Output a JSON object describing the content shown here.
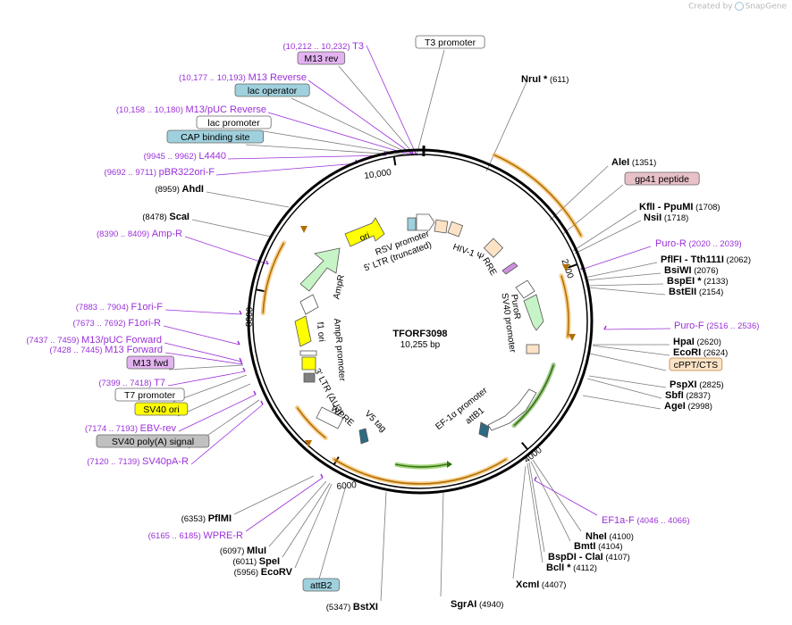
{
  "watermark": {
    "text": "Created by",
    "brand": "SnapGene",
    "icon": "snapgene-logo-icon"
  },
  "map": {
    "name": "TFORF3098",
    "length_label": "10,255 bp",
    "total_bp": 10255,
    "tick_labels": [
      "2000",
      "4000",
      "6000",
      "8000",
      "10,000"
    ]
  },
  "features": [
    {
      "id": "rsv",
      "label": "RSV promoter",
      "kind": "promoter-box"
    },
    {
      "id": "ltr5",
      "label": "5' LTR (truncated)",
      "kind": "ltr-box"
    },
    {
      "id": "hiv",
      "label": "HIV-1 Ψ",
      "kind": "misc"
    },
    {
      "id": "rre",
      "label": "RRE",
      "kind": "misc"
    },
    {
      "id": "sv40p",
      "label": "SV40 promoter",
      "kind": "promoter"
    },
    {
      "id": "puro",
      "label": "PuroR",
      "kind": "marker"
    },
    {
      "id": "ef1a",
      "label": "EF-1α promoter",
      "kind": "promoter"
    },
    {
      "id": "attb1",
      "label": "attB1",
      "kind": "site"
    },
    {
      "id": "v5",
      "label": "V5 tag",
      "kind": "tag"
    },
    {
      "id": "wpre",
      "label": "WPRE",
      "kind": "misc"
    },
    {
      "id": "ltr3",
      "label": "3' LTR (ΔU3)",
      "kind": "ltr-box"
    },
    {
      "id": "f1",
      "label": "f1 ori",
      "kind": "origin"
    },
    {
      "id": "amppro",
      "label": "AmpR promoter",
      "kind": "promoter"
    },
    {
      "id": "ampr",
      "label": "AmpR",
      "kind": "marker"
    },
    {
      "id": "ori",
      "label": "ori",
      "kind": "origin"
    }
  ],
  "labels": [
    {
      "id": "t3",
      "range": "(10,212 .. 10,232)",
      "name": "T3",
      "kind": "primer"
    },
    {
      "id": "t3p",
      "name": "T3 promoter",
      "kind": "box-white"
    },
    {
      "id": "m13rev",
      "name": "M13 rev",
      "kind": "box-purple"
    },
    {
      "id": "m13reverse",
      "range": "(10,177 .. 10,193)",
      "name": "M13 Reverse",
      "kind": "primer"
    },
    {
      "id": "lacop",
      "name": "lac operator",
      "kind": "box-blue"
    },
    {
      "id": "m13puc",
      "range": "(10,158 .. 10,180)",
      "name": "M13/pUC Reverse",
      "kind": "primer"
    },
    {
      "id": "lacp",
      "name": "lac promoter",
      "kind": "box-white"
    },
    {
      "id": "cap",
      "name": "CAP binding site",
      "kind": "box-blue"
    },
    {
      "id": "l4440",
      "range": "(9945 .. 9962)",
      "name": "L4440",
      "kind": "primer"
    },
    {
      "id": "pbr",
      "range": "(9692 .. 9711)",
      "name": "pBR322ori-F",
      "kind": "primer"
    },
    {
      "id": "ahdi",
      "pos": "(8959)",
      "name": "AhdI",
      "kind": "enzyme"
    },
    {
      "id": "scai",
      "pos": "(8478)",
      "name": "ScaI",
      "kind": "enzyme"
    },
    {
      "id": "ampr_r",
      "range": "(8390 .. 8409)",
      "name": "Amp-R",
      "kind": "primer"
    },
    {
      "id": "f1orif",
      "range": "(7883 .. 7904)",
      "name": "F1ori-F",
      "kind": "primer"
    },
    {
      "id": "f1orir",
      "range": "(7673 .. 7692)",
      "name": "F1ori-R",
      "kind": "primer"
    },
    {
      "id": "m13pucf",
      "range": "(7437 .. 7459)",
      "name": "M13/pUC Forward",
      "kind": "primer"
    },
    {
      "id": "m13f",
      "range": "(7428 .. 7445)",
      "name": "M13 Forward",
      "kind": "primer"
    },
    {
      "id": "m13fwd",
      "name": "M13 fwd",
      "kind": "box-purple"
    },
    {
      "id": "t7",
      "range": "(7399 .. 7418)",
      "name": "T7",
      "kind": "primer"
    },
    {
      "id": "t7p",
      "name": "T7 promoter",
      "kind": "box-white"
    },
    {
      "id": "sv40ori",
      "name": "SV40 ori",
      "kind": "box-yellow"
    },
    {
      "id": "ebv",
      "range": "(7174 .. 7193)",
      "name": "EBV-rev",
      "kind": "primer"
    },
    {
      "id": "sv40pa",
      "name": "SV40 poly(A) signal",
      "kind": "box-gray"
    },
    {
      "id": "sv40par",
      "range": "(7120 .. 7139)",
      "name": "SV40pA-R",
      "kind": "primer"
    },
    {
      "id": "pflmi",
      "pos": "(6353)",
      "name": "PflMI",
      "kind": "enzyme"
    },
    {
      "id": "wprer",
      "range": "(6165 .. 6185)",
      "name": "WPRE-R",
      "kind": "primer"
    },
    {
      "id": "mlui",
      "pos": "(6097)",
      "name": "MluI",
      "kind": "enzyme"
    },
    {
      "id": "spei",
      "pos": "(6011)",
      "name": "SpeI",
      "kind": "enzyme"
    },
    {
      "id": "ecorv",
      "pos": "(5956)",
      "name": "EcoRV",
      "kind": "enzyme"
    },
    {
      "id": "attb2",
      "name": "attB2",
      "kind": "box-blue"
    },
    {
      "id": "bstxi",
      "pos": "(5347)",
      "name": "BstXI",
      "kind": "enzyme"
    },
    {
      "id": "sgrai",
      "pos": "(4940)",
      "name": "SgrAI",
      "kind": "enzyme"
    },
    {
      "id": "xcmi",
      "pos": "(4407)",
      "name": "XcmI",
      "kind": "enzyme"
    },
    {
      "id": "bcli",
      "pos": "(4112)",
      "name": "BclI *",
      "kind": "enzyme"
    },
    {
      "id": "bspdi",
      "pos": "(4107)",
      "name": "BspDI  - ClaI",
      "kind": "enzyme"
    },
    {
      "id": "bmti",
      "pos": "(4104)",
      "name": "BmtI",
      "kind": "enzyme"
    },
    {
      "id": "nhei",
      "pos": "(4100)",
      "name": "NheI",
      "kind": "enzyme"
    },
    {
      "id": "ef1af",
      "range": "(4046 .. 4066)",
      "name": "EF1a-F",
      "kind": "primer"
    },
    {
      "id": "nrui",
      "pos": "(611)",
      "name": "NruI *",
      "kind": "enzyme"
    },
    {
      "id": "alei",
      "pos": "(1351)",
      "name": "AleI",
      "kind": "enzyme"
    },
    {
      "id": "gp41",
      "name": "gp41 peptide",
      "kind": "box-pink"
    },
    {
      "id": "kfli",
      "pos": "(1708)",
      "name": "KflI  - PpuMI",
      "kind": "enzyme"
    },
    {
      "id": "nsii",
      "pos": "(1718)",
      "name": "NsiI",
      "kind": "enzyme"
    },
    {
      "id": "puror",
      "range": "(2020 .. 2039)",
      "name": "Puro-R",
      "kind": "primer"
    },
    {
      "id": "pflfi",
      "pos": "(2062)",
      "name": "PflFI  - Tth111I",
      "kind": "enzyme"
    },
    {
      "id": "bsiwi",
      "pos": "(2076)",
      "name": "BsiWI",
      "kind": "enzyme"
    },
    {
      "id": "bspei",
      "pos": "(2133)",
      "name": "BspEI *",
      "kind": "enzyme"
    },
    {
      "id": "bsteii",
      "pos": "(2154)",
      "name": "BstEII",
      "kind": "enzyme"
    },
    {
      "id": "purof",
      "range": "(2516 .. 2536)",
      "name": "Puro-F",
      "kind": "primer"
    },
    {
      "id": "hpai",
      "pos": "(2620)",
      "name": "HpaI",
      "kind": "enzyme"
    },
    {
      "id": "ecori",
      "pos": "(2624)",
      "name": "EcoRI",
      "kind": "enzyme"
    },
    {
      "id": "cppt",
      "name": "cPPT/CTS",
      "kind": "box-peach"
    },
    {
      "id": "pspxi",
      "pos": "(2825)",
      "name": "PspXI",
      "kind": "enzyme"
    },
    {
      "id": "sbfi",
      "pos": "(2837)",
      "name": "SbfI",
      "kind": "enzyme"
    },
    {
      "id": "agei",
      "pos": "(2998)",
      "name": "AgeI",
      "kind": "enzyme"
    }
  ],
  "colors": {
    "primer": "#9b30d9",
    "enzyme": "#000000",
    "box_purple": "#e3b3f0",
    "box_blue": "#9fd0dd",
    "box_yellow": "#ffff00",
    "box_gray": "#c0c0c0",
    "box_pink": "#e8c0c8",
    "box_peach": "#fde3c6",
    "arc_orange": "#f0a830",
    "arc_green": "#5aa02c",
    "ampr": "#c6f4c6",
    "ori": "#ffff00"
  }
}
